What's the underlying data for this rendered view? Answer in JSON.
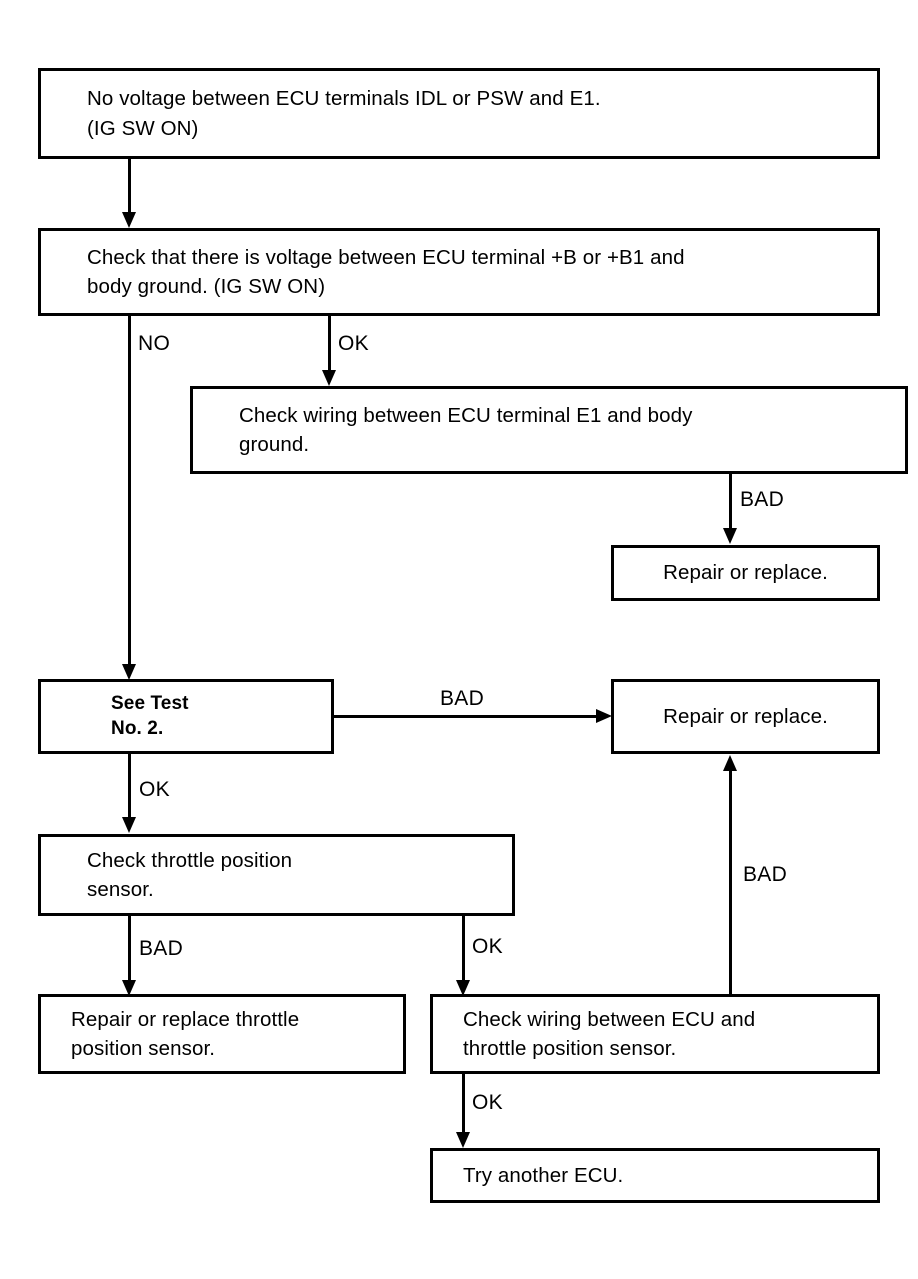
{
  "diagram": {
    "title": "ECU terminal voltage troubleshooting flowchart",
    "ink_color": "#000000",
    "background_color": "#ffffff",
    "nodes": [
      {
        "id": "no-voltage",
        "text": "No voltage between ECU terminals IDL or PSW and E1.\n(IG SW ON)"
      },
      {
        "id": "check-b-voltage",
        "text": "Check that there is voltage between ECU terminal +B or +B1 and\nbody ground. (IG SW ON)"
      },
      {
        "id": "check-wiring-e1",
        "text": "Check wiring between ECU terminal E1 and body\nground."
      },
      {
        "id": "repair-replace-1",
        "text": "Repair or replace."
      },
      {
        "id": "see-test-2",
        "text": "See Test\nNo. 2."
      },
      {
        "id": "repair-replace-2",
        "text": "Repair or replace."
      },
      {
        "id": "check-tps",
        "text": "Check throttle position\nsensor."
      },
      {
        "id": "repair-replace-tps",
        "text": "Repair or replace throttle\nposition sensor."
      },
      {
        "id": "check-wiring-tps",
        "text": "Check wiring between ECU and\nthrottle position sensor."
      },
      {
        "id": "try-another-ecu",
        "text": "Try another ECU."
      }
    ],
    "edge_labels": {
      "no": "NO",
      "ok_1": "OK",
      "bad_1": "BAD",
      "bad_2": "BAD",
      "ok_2": "OK",
      "bad_3": "BAD",
      "ok_3": "OK",
      "bad_4": "BAD",
      "ok_4": "OK"
    }
  }
}
